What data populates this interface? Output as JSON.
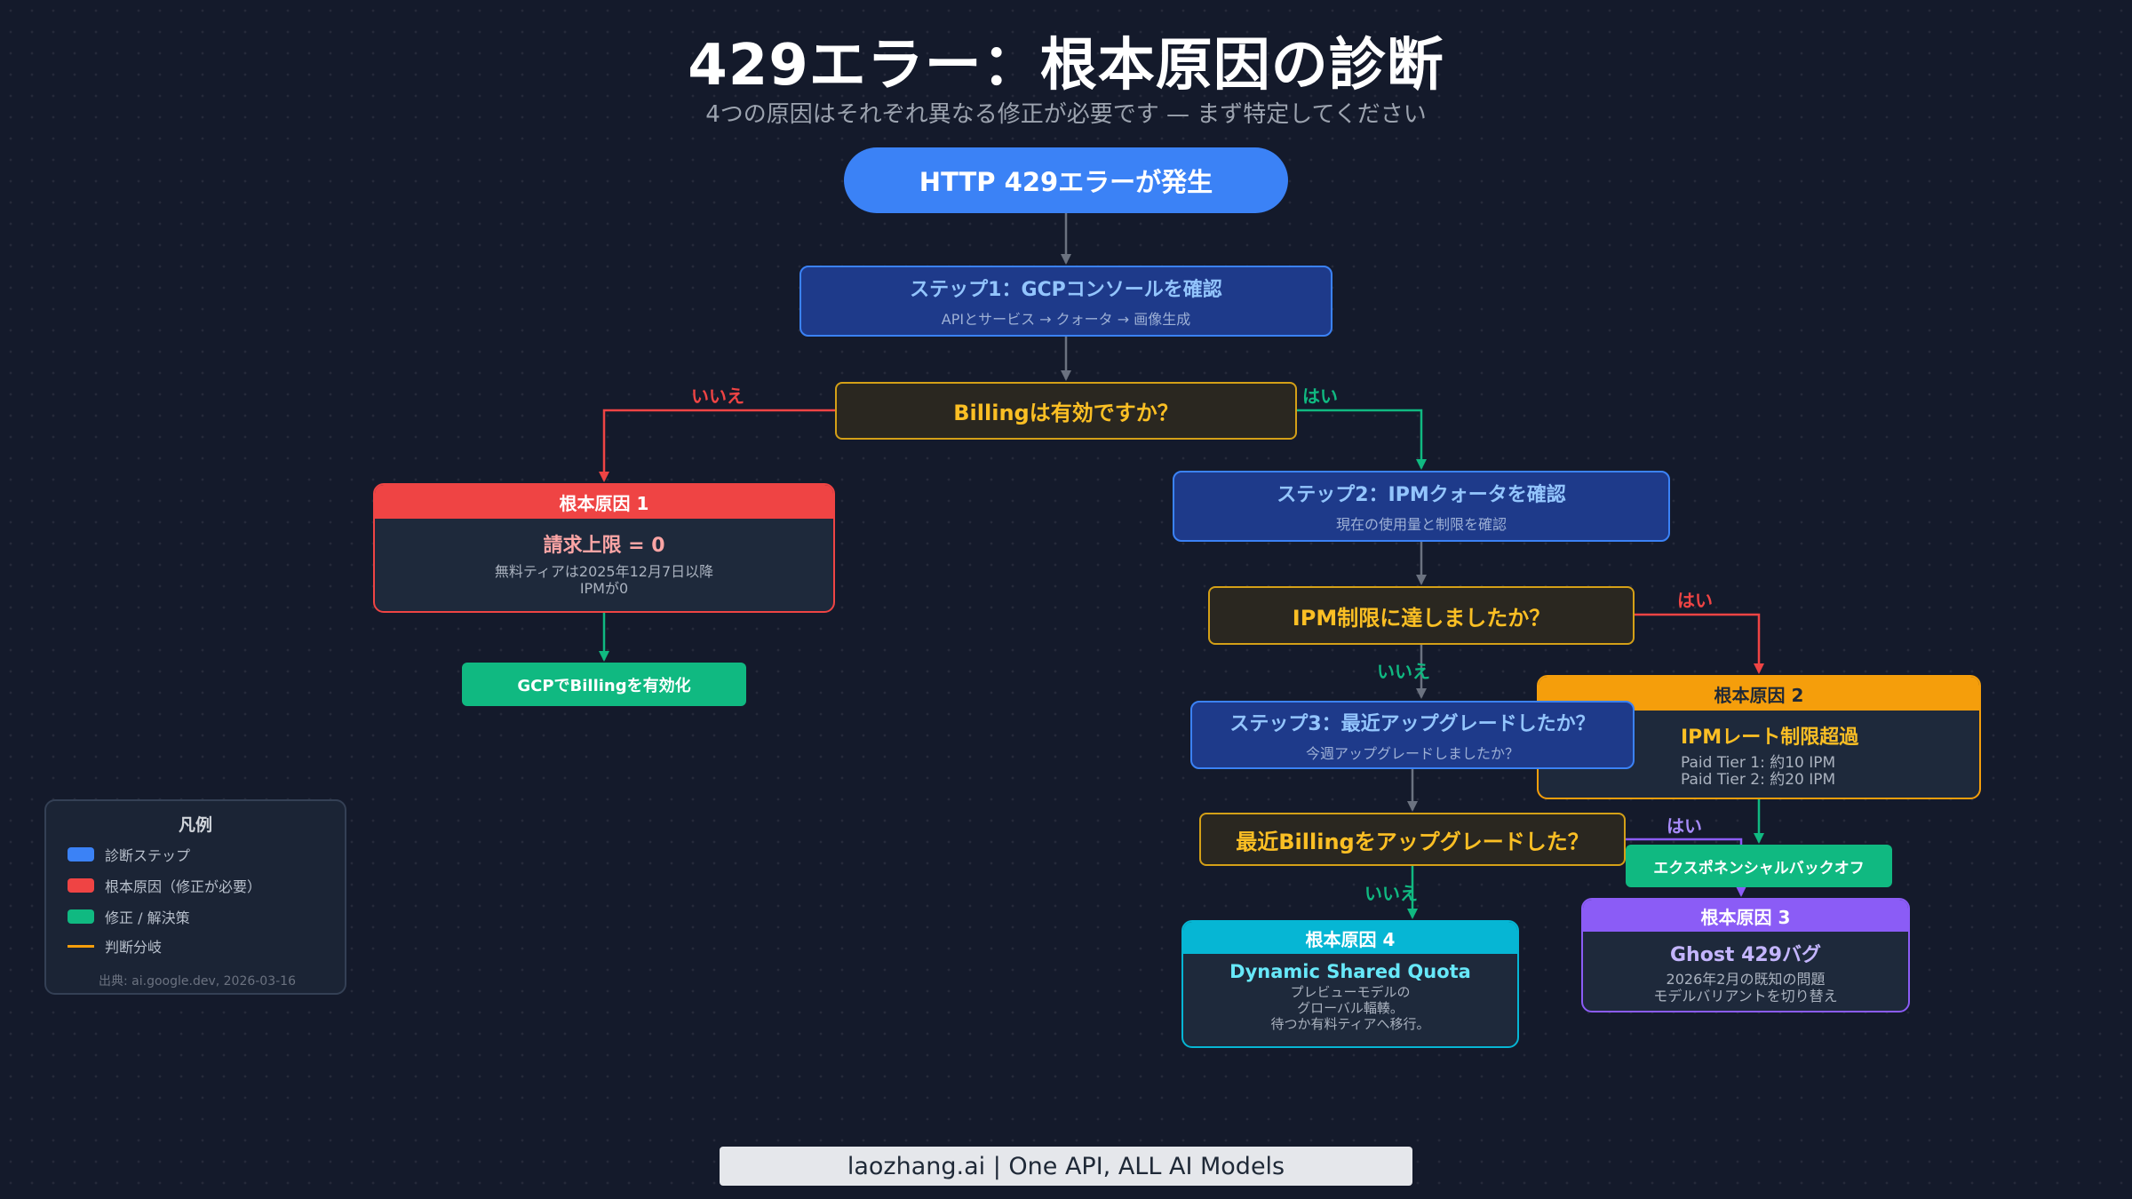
{
  "title": "429エラー：根本原因の診断",
  "subtitle": "4つの原因はそれぞれ異なる修正が必要です — まず特定してください",
  "start": "HTTP 429エラーが発生",
  "step1": {
    "title": "ステップ1：GCPコンソールを確認",
    "sub": "APIとサービス → クォータ → 画像生成"
  },
  "decision_billing": "Billingは有効ですか？",
  "label_no_1": "いいえ",
  "label_yes_1": "はい",
  "root1": {
    "header": "根本原因 1",
    "main": "請求上限 = 0",
    "detail": "無料ティアは2025年12月7日以降\nIPMが0"
  },
  "fix1": "GCPでBillingを有効化",
  "step2": {
    "title": "ステップ2：IPMクォータを確認",
    "sub": "現在の使用量と制限を確認"
  },
  "decision_ipm": "IPM制限に達しましたか？",
  "label_yes_2": "はい",
  "label_no_2": "いいえ",
  "root2": {
    "header": "根本原因 2",
    "main": "IPMレート制限超過",
    "detail": "Paid Tier 1: 約10 IPM\nPaid Tier 2: 約20 IPM"
  },
  "fix2": "エクスポネンシャルバックオフ",
  "step3": {
    "title": "ステップ3：最近アップグレードしたか？",
    "sub": "今週アップグレードしましたか？"
  },
  "decision_upgrade": "最近Billingをアップグレードした？",
  "label_yes_3": "はい",
  "label_no_3": "いいえ",
  "root3": {
    "header": "根本原因 3",
    "main": "Ghost 429バグ",
    "detail": "2026年2月の既知の問題\nモデルバリアントを切り替え"
  },
  "root4": {
    "header": "根本原因 4",
    "main": "Dynamic Shared Quota",
    "detail": "プレビューモデルの\nグローバル輻輳。\n待つか有料ティアへ移行。"
  },
  "legend": {
    "title": "凡例",
    "items": [
      {
        "label": "診断ステップ",
        "color": "#3b82f6"
      },
      {
        "label": "根本原因（修正が必要）",
        "color": "#ef4444"
      },
      {
        "label": "修正 / 解決策",
        "color": "#10b981"
      },
      {
        "label": "判断分岐",
        "color": "#f59e0b"
      }
    ],
    "source": "出典: ai.google.dev, 2026-03-16"
  },
  "footer": "laozhang.ai | One API, ALL AI Models",
  "colors": {
    "step": "#3b82f6",
    "root_red": "#ef4444",
    "fix_green": "#10b981",
    "decision": "#f59e0b",
    "root_orange": "#f59e0b",
    "root_purple": "#8b5cf6",
    "root_cyan": "#06b6d4",
    "arrow_gray": "#6b7280"
  }
}
